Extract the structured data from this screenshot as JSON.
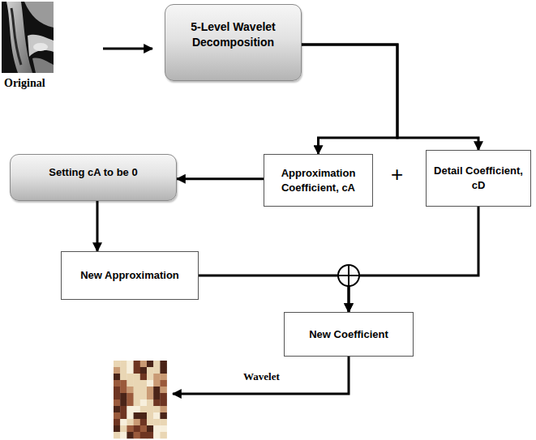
{
  "diagram": {
    "nodes": [
      {
        "text": [
          "5-Level Wavelet Decomposition"
        ]
      },
      {
        "text": [
          "Approximation Coefficient, cA"
        ]
      },
      {
        "text": [
          "Detail Coefficient, cD"
        ]
      },
      {
        "text": [
          "Setting cA to be 0"
        ]
      },
      {
        "text": [
          "New Approximation"
        ]
      },
      {
        "text": [
          "New Coefficient"
        ]
      }
    ],
    "edges": [
      {
        "from": 0,
        "to": 1,
        "arrow": "to"
      },
      {
        "from": 0,
        "to": 2,
        "arrow": "to"
      },
      {
        "from": 1,
        "to": 3,
        "arrow": "to"
      },
      {
        "from": 3,
        "to": 4,
        "arrow": "to"
      },
      {
        "from": 4,
        "to": 5,
        "arrow": "to"
      },
      {
        "from": 2,
        "to": 5,
        "arrow": "to"
      }
    ],
    "labels": [
      "Original",
      "+",
      "Wavelet"
    ]
  }
}
